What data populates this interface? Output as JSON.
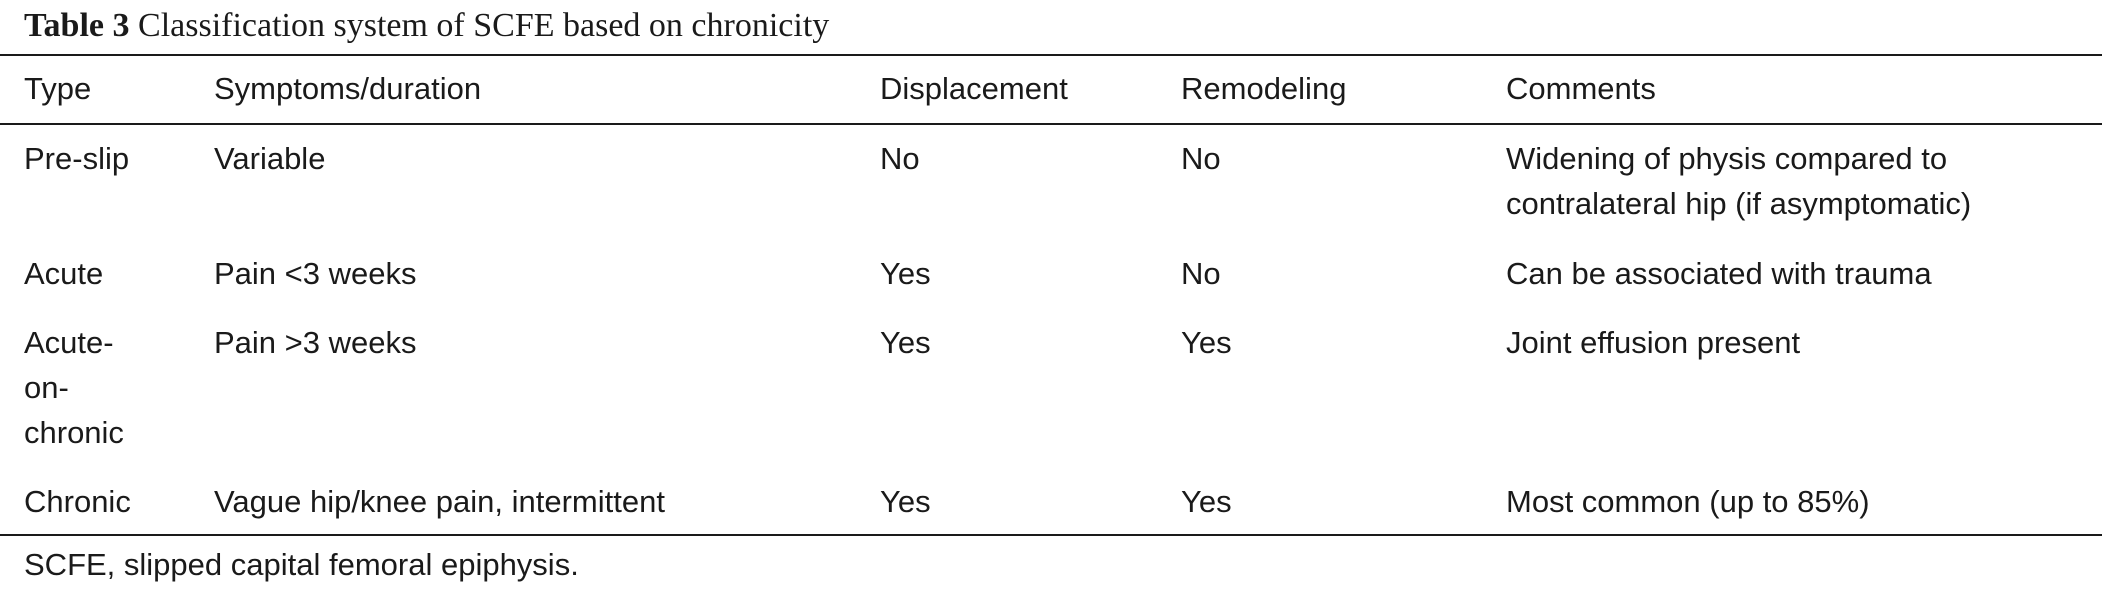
{
  "caption": {
    "label": "Table 3",
    "title": "Classification system of SCFE based on chronicity"
  },
  "table": {
    "headers": [
      "Type",
      "Symptoms/duration",
      "Displacement",
      "Remodeling",
      "Comments"
    ],
    "rows": [
      [
        "Pre-slip",
        "Variable",
        "No",
        "No",
        "Widening of physis compared to contralateral hip (if asymptomatic)"
      ],
      [
        "Acute",
        "Pain <3 weeks",
        "Yes",
        "No",
        "Can be associated with trauma"
      ],
      [
        "Acute-on-chronic",
        "Pain >3 weeks",
        "Yes",
        "Yes",
        "Joint effusion present"
      ],
      [
        "Chronic",
        "Vague hip/knee pain, intermittent",
        "Yes",
        "Yes",
        "Most common (up to 85%)"
      ]
    ]
  },
  "footnote": "SCFE, slipped capital femoral epiphysis."
}
